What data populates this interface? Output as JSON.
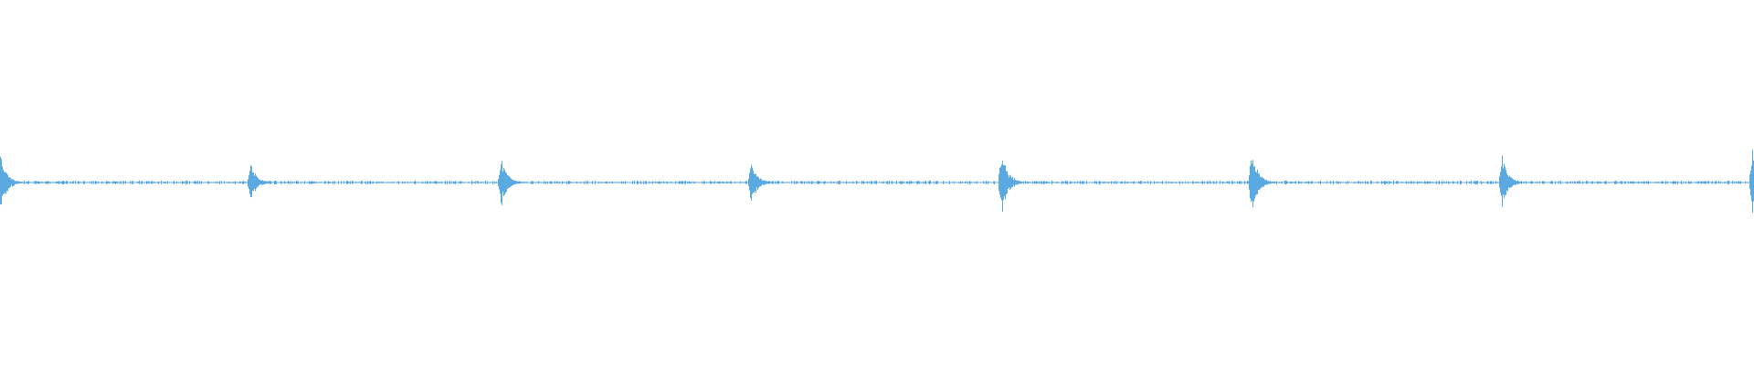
{
  "waveform": {
    "color": "#5aa9e0",
    "background": "#ffffff",
    "peak_count": 8,
    "peak_amplitudes": [
      0.55,
      0.35,
      0.5,
      0.42,
      0.62,
      0.62,
      0.5,
      0.62
    ],
    "noise_amplitude": 0.03
  }
}
